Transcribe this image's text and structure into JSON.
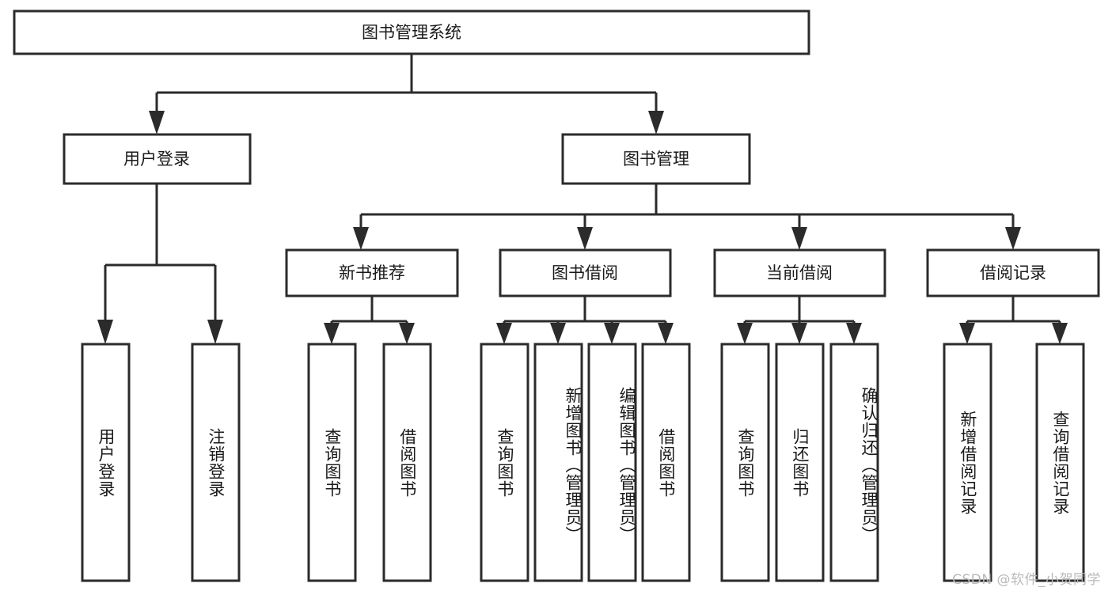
{
  "diagram": {
    "type": "tree-hierarchy-chart",
    "title": "图书管理系统",
    "orientation": "top-down",
    "background_color": "#ffffff",
    "box_stroke_color": "#2b2b2b",
    "box_fill_color": "#ffffff",
    "text_color": "#1a1a1a",
    "levels": [
      {
        "level": 1,
        "nodes": [
          {
            "id": "root",
            "label": "图书管理系统",
            "orientation": "horizontal"
          }
        ]
      },
      {
        "level": 2,
        "nodes": [
          {
            "id": "login",
            "label": "用户登录",
            "orientation": "horizontal",
            "parent": "root"
          },
          {
            "id": "bookmgmt",
            "label": "图书管理",
            "orientation": "horizontal",
            "parent": "root"
          }
        ]
      },
      {
        "level": 3,
        "nodes": [
          {
            "id": "newbook",
            "label": "新书推荐",
            "orientation": "horizontal",
            "parent": "bookmgmt"
          },
          {
            "id": "borrow",
            "label": "图书借阅",
            "orientation": "horizontal",
            "parent": "bookmgmt"
          },
          {
            "id": "current",
            "label": "当前借阅",
            "orientation": "horizontal",
            "parent": "bookmgmt"
          },
          {
            "id": "records",
            "label": "借阅记录",
            "orientation": "horizontal",
            "parent": "bookmgmt"
          }
        ]
      },
      {
        "level": 4,
        "nodes": [
          {
            "id": "leaf-1",
            "label": "用户登录",
            "orientation": "vertical",
            "parent": "login"
          },
          {
            "id": "leaf-2",
            "label": "注销登录",
            "orientation": "vertical",
            "parent": "login"
          },
          {
            "id": "leaf-3",
            "label": "查询图书",
            "orientation": "vertical",
            "parent": "newbook"
          },
          {
            "id": "leaf-4",
            "label": "借阅图书",
            "orientation": "vertical",
            "parent": "newbook"
          },
          {
            "id": "leaf-5",
            "label": "查询图书",
            "orientation": "vertical",
            "parent": "borrow"
          },
          {
            "id": "leaf-6",
            "label": "新增图书（管理员）",
            "orientation": "vertical",
            "parent": "borrow"
          },
          {
            "id": "leaf-7",
            "label": "编辑图书（管理员）",
            "orientation": "vertical",
            "parent": "borrow"
          },
          {
            "id": "leaf-8",
            "label": "借阅图书",
            "orientation": "vertical",
            "parent": "borrow"
          },
          {
            "id": "leaf-9",
            "label": "查询图书",
            "orientation": "vertical",
            "parent": "current"
          },
          {
            "id": "leaf-10",
            "label": "归还图书",
            "orientation": "vertical",
            "parent": "current"
          },
          {
            "id": "leaf-11",
            "label": "确认归还（管理员）",
            "orientation": "vertical",
            "parent": "current"
          },
          {
            "id": "leaf-12",
            "label": "新增借阅记录",
            "orientation": "vertical",
            "parent": "records"
          },
          {
            "id": "leaf-13",
            "label": "查询借阅记录",
            "orientation": "vertical",
            "parent": "records"
          }
        ]
      }
    ]
  },
  "watermark": {
    "text": "CSDN @软件_小贺同学",
    "color": "#b9b9b9"
  }
}
